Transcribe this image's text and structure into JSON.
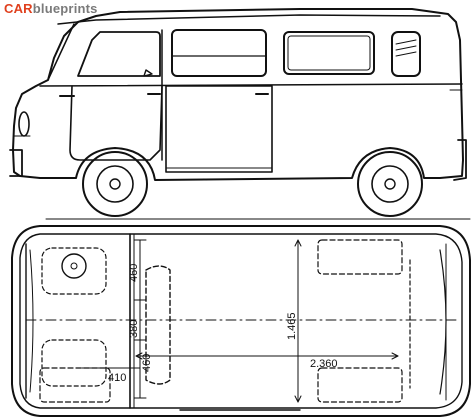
{
  "logo": {
    "brand": "CAR",
    "suffix": "blueprints",
    "brand_color": "#e0401e",
    "suffix_color": "#7a7a7a"
  },
  "dimensions": {
    "d460": "460",
    "d380": "380",
    "d1465": "1.465",
    "d2360": "2.360",
    "d410": "410",
    "d460b": "460"
  },
  "colors": {
    "ink": "#111111",
    "paper": "#ffffff"
  }
}
